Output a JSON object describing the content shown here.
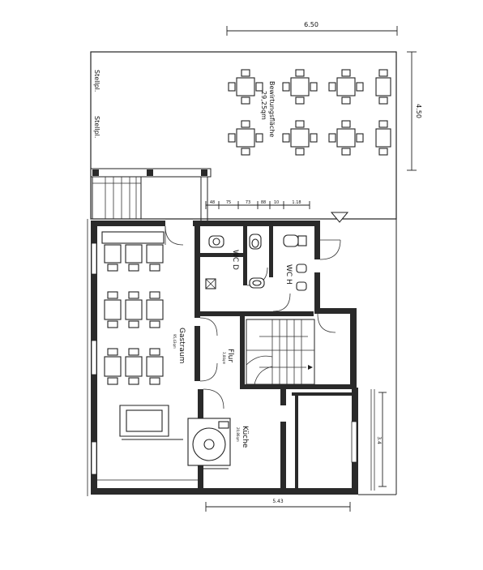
{
  "dimensions": {
    "top_width": "6.50",
    "right_height": "4.50",
    "bottom_width": "5.43",
    "right_side": "3.4",
    "segments": [
      "48",
      "75",
      "73",
      "88",
      "10",
      "1.18"
    ]
  },
  "labels": {
    "stellplatz_upper": "Stellpl.",
    "stellplatz_lower": "Stellpl.",
    "terrace_title": "Bewirtungsfläche",
    "terrace_area": "29,25qm",
    "gastraum": "Gastraum",
    "gastraum_area": "95,43qm",
    "wc_d": "WC D",
    "wc_h": "WC H",
    "flur": "Flur",
    "flur_area": "3,84qm",
    "kueche": "Küche",
    "kueche_area": "20,86qm"
  }
}
